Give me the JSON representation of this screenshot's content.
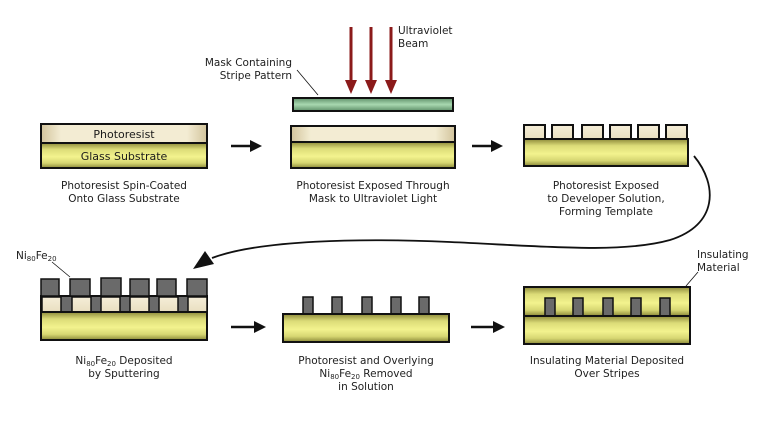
{
  "colors": {
    "photoresist": "#efe6c8",
    "glass": "#ecec86",
    "metal": "#6a6a6a",
    "mask": "#8fc59a",
    "uv_beam": "#8b1a1a",
    "outline": "#111111"
  },
  "steps": [
    {
      "id": "spin-coat",
      "layers": {
        "photoresist": "Photoresist",
        "substrate": "Glass Substrate"
      },
      "caption": [
        "Photoresist Spin-Coated",
        "Onto Glass Substrate"
      ]
    },
    {
      "id": "uv-exposure",
      "mask_label": [
        "Mask Containing",
        "Stripe Pattern"
      ],
      "beam_label": [
        "Ultraviolet",
        "Beam"
      ],
      "caption": [
        "Photoresist Exposed Through",
        "Mask to Ultraviolet Light"
      ]
    },
    {
      "id": "develop",
      "caption": [
        "Photoresist Exposed",
        "to Developer Solution,",
        "Forming Template"
      ]
    },
    {
      "id": "sputter",
      "material_label": {
        "base1": "Ni",
        "sub1": "80",
        "base2": "Fe",
        "sub2": "20"
      },
      "caption_line1": {
        "base1": "Ni",
        "sub1": "80",
        "base2": "Fe",
        "sub2": "20",
        "rest": " Deposited"
      },
      "caption_line2": "by Sputtering"
    },
    {
      "id": "liftoff",
      "caption_line1": "Photoresist and Overlying",
      "caption_line2": {
        "base1": "Ni",
        "sub1": "80",
        "base2": "Fe",
        "sub2": "20",
        "rest": " Removed"
      },
      "caption_line3": "in Solution"
    },
    {
      "id": "insulate",
      "material_label": [
        "Insulating",
        "Material"
      ],
      "caption": [
        "Insulating Material Deposited",
        "Over Stripes"
      ]
    }
  ]
}
